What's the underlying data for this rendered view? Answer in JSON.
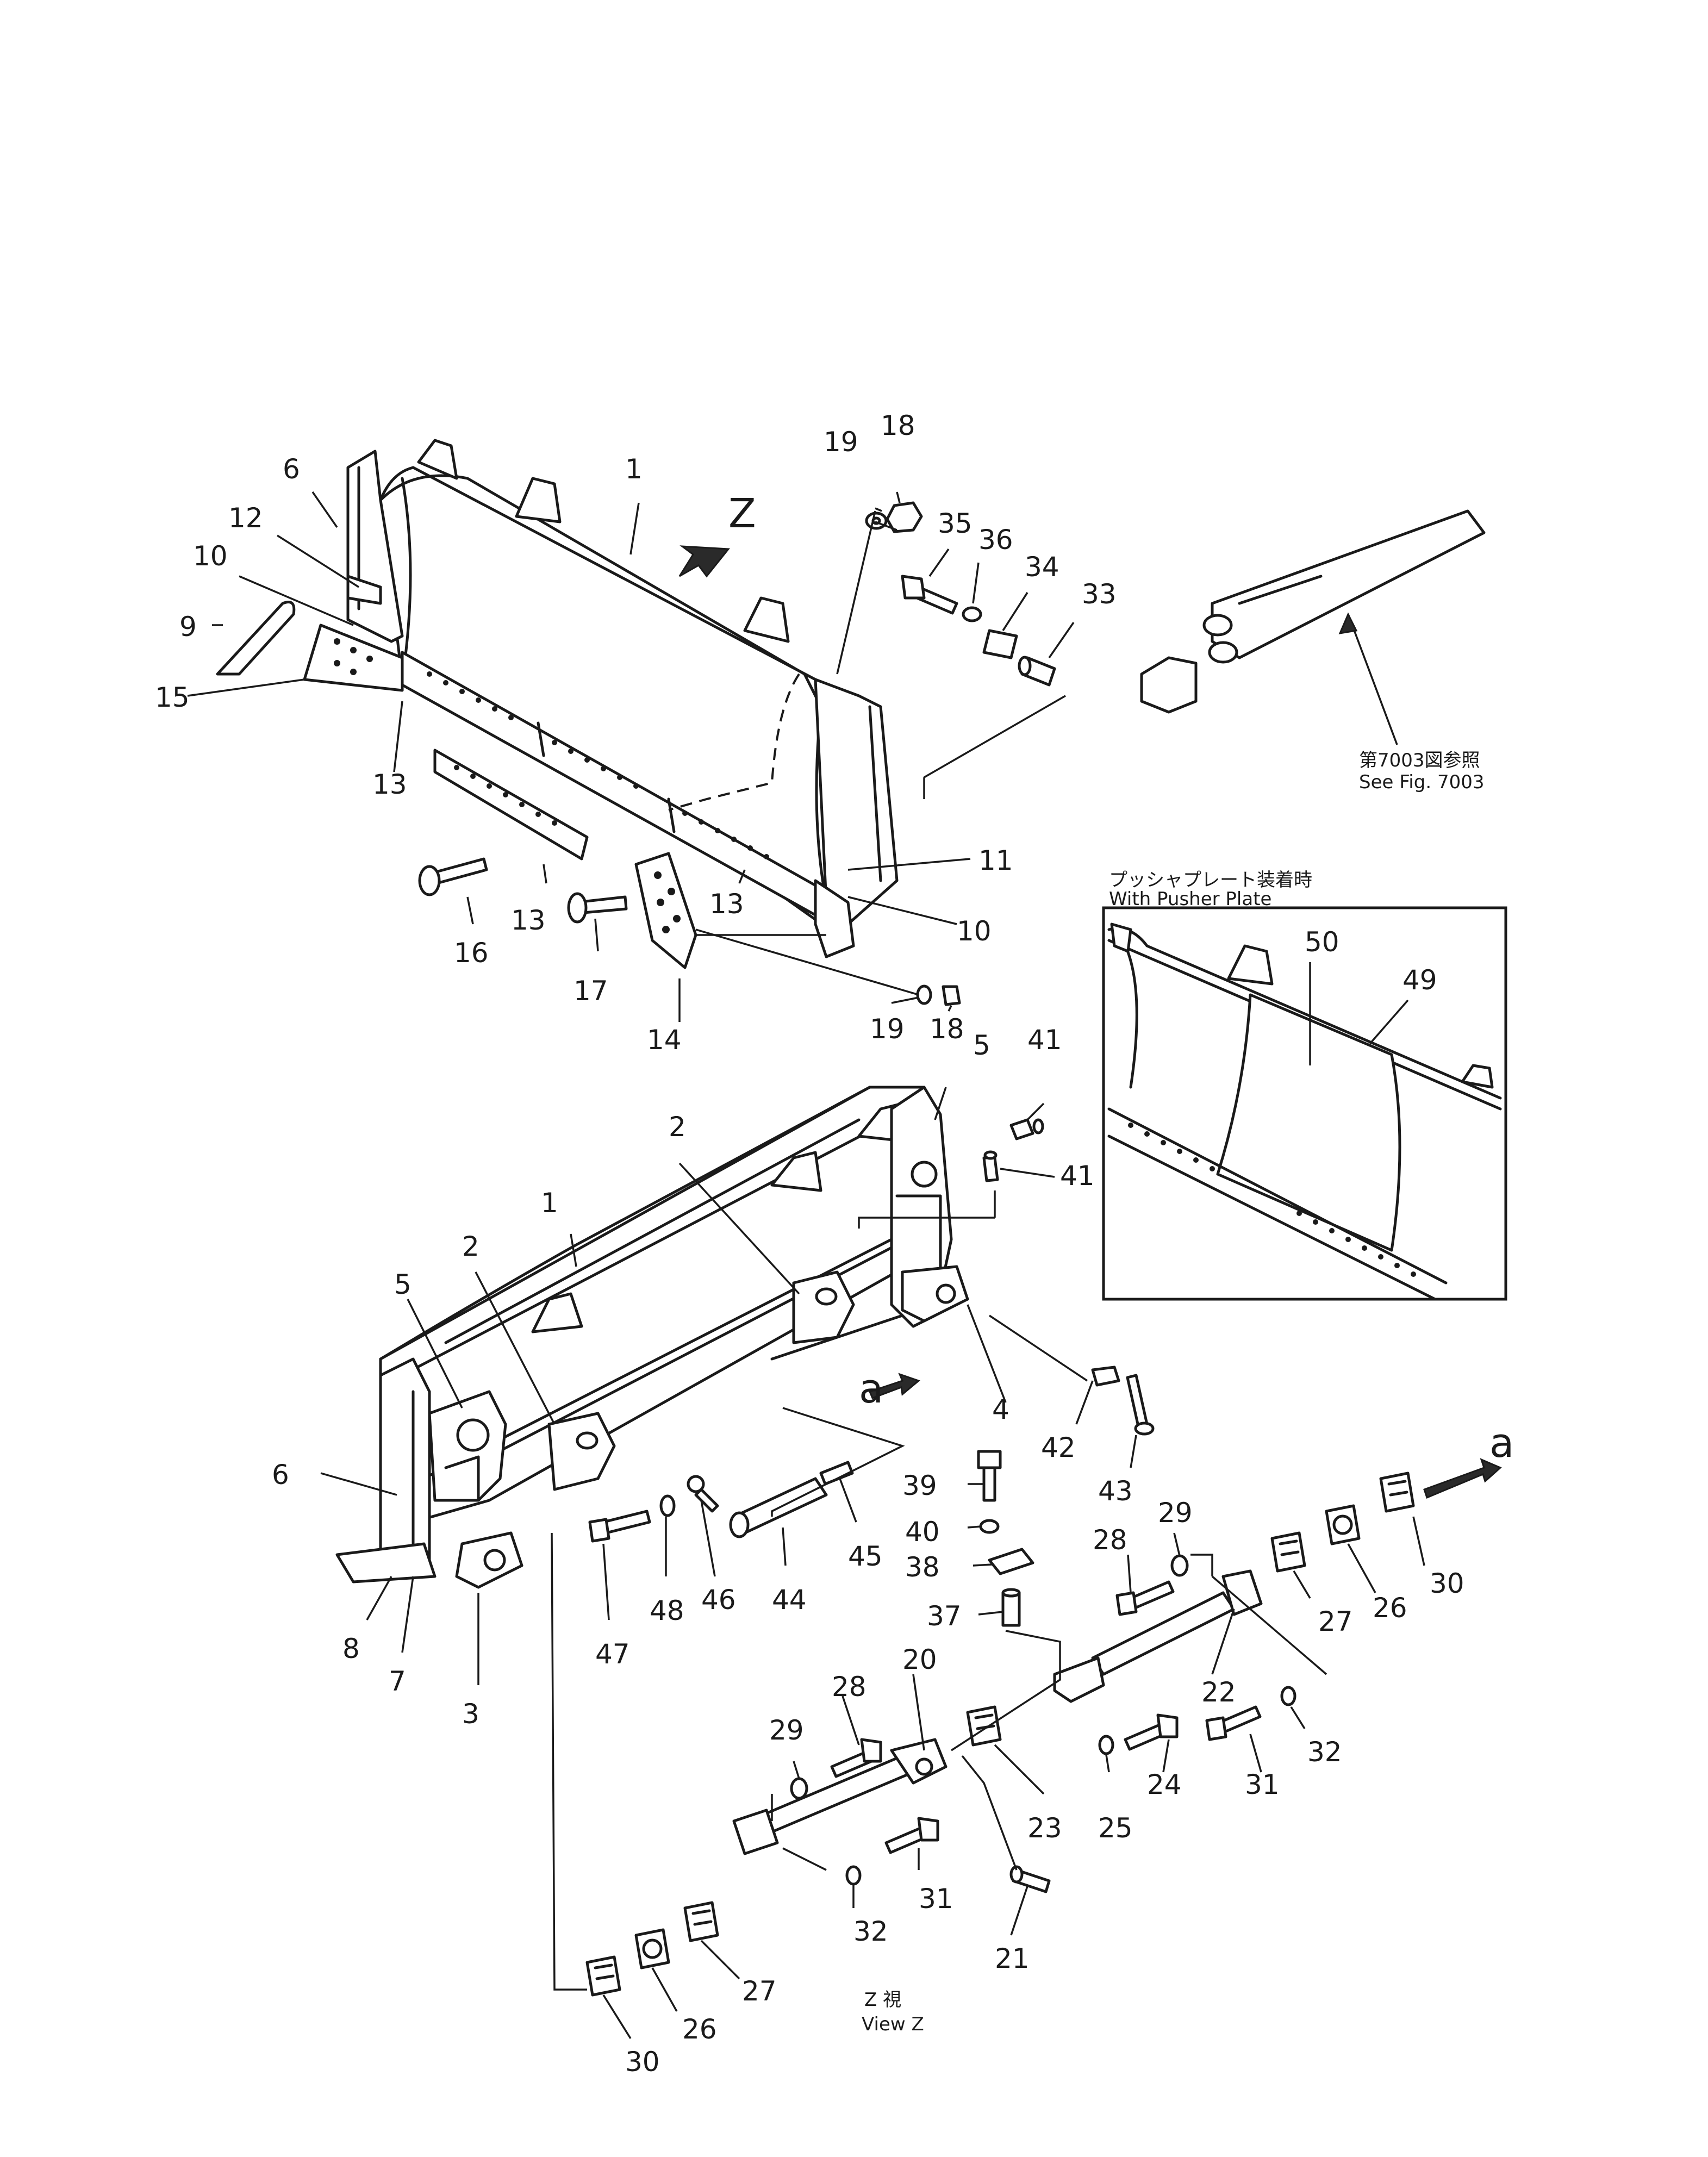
{
  "view_marker": "Z",
  "direction_marker": "a",
  "callouts": {
    "c1_upper": "1",
    "c6_upper": "6",
    "c12": "12",
    "c10_left": "10",
    "c9": "9",
    "c15": "15",
    "c13_a": "13",
    "c13_b": "13",
    "c13_c": "13",
    "c16": "16",
    "c17": "17",
    "c14": "14",
    "c19_top": "19",
    "c18_top": "18",
    "c35": "35",
    "c36": "36",
    "c34": "34",
    "c33": "33",
    "c11": "11",
    "c10_right": "10",
    "c19_low": "19",
    "c18_low": "18",
    "c1_lower": "1",
    "c2_left": "2",
    "c2_right": "2",
    "c5_left": "5",
    "c5_right": "5",
    "c41_a": "41",
    "c41_b": "41",
    "c4": "4",
    "c42": "42",
    "c43": "43",
    "c6_lower": "6",
    "c8": "8",
    "c7": "7",
    "c3": "3",
    "c47": "47",
    "c48": "48",
    "c46": "46",
    "c44": "44",
    "c45": "45",
    "c39": "39",
    "c40": "40",
    "c38": "38",
    "c37": "37",
    "c28_a": "28",
    "c29_a": "29",
    "c22": "22",
    "c27_a": "27",
    "c26_a": "26",
    "c30_a": "30",
    "c20": "20",
    "c28_b": "28",
    "c29_b": "29",
    "c24": "24",
    "c31_a": "31",
    "c32_a": "32",
    "c23": "23",
    "c25": "25",
    "c31_b": "31",
    "c32_b": "32",
    "c21": "21",
    "c27_b": "27",
    "c26_b": "26",
    "c30_b": "30",
    "c50": "50",
    "c49": "49"
  },
  "reference": {
    "line_jp": "第7003図参照",
    "line_en": "See Fig. 7003"
  },
  "inset": {
    "title_jp": "プッシャプレート装着時",
    "title_en": "With Pusher Plate"
  },
  "view_label": {
    "line_jp": "Z 視",
    "line_en": "View Z"
  }
}
